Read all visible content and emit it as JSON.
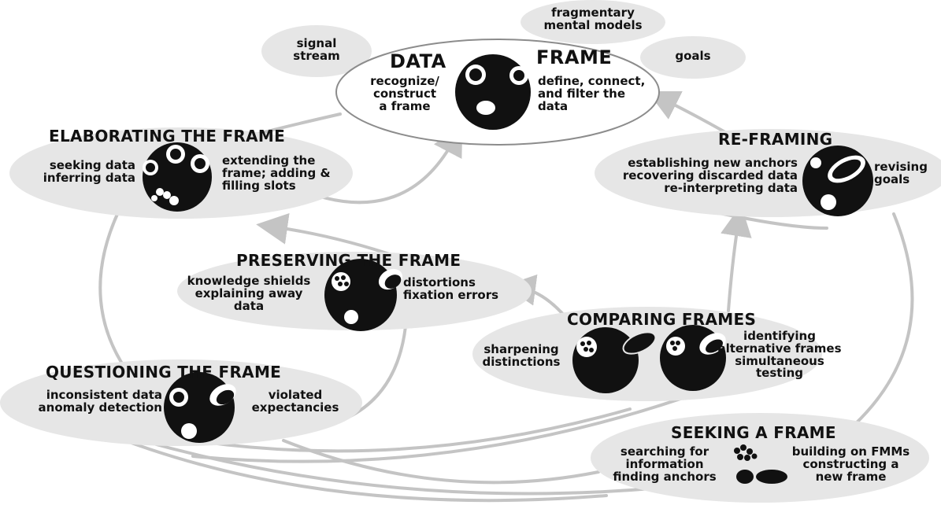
{
  "diagram": {
    "input_bubbles": {
      "signal": [
        "signal",
        "stream"
      ],
      "fmm": [
        "fragmentary",
        "mental models"
      ],
      "goals": "goals"
    },
    "center": {
      "data_title": "DATA",
      "frame_title": "FRAME",
      "left_text": [
        "recognize/",
        "construct",
        "a frame"
      ],
      "right_text": [
        "define, connect,",
        "and filter the",
        "data"
      ]
    },
    "elaborating": {
      "title": "ELABORATING THE FRAME",
      "left_text": [
        "seeking data",
        "inferring data"
      ],
      "right_text": [
        "extending the",
        "frame; adding &",
        "filling slots"
      ]
    },
    "reframing": {
      "title": "RE-FRAMING",
      "left_text": [
        "establishing new anchors",
        "recovering discarded data",
        "re-interpreting data"
      ],
      "right_text": [
        "revising",
        "goals"
      ]
    },
    "preserving": {
      "title": "PRESERVING THE FRAME",
      "left_text": [
        "knowledge shields",
        "explaining away",
        "data"
      ],
      "right_text": [
        "distortions",
        "fixation errors"
      ]
    },
    "comparing": {
      "title": "COMPARING FRAMES",
      "left_text": [
        "sharpening",
        "distinctions"
      ],
      "right_text": [
        "identifying",
        "alternative frames",
        "simultaneous",
        "testing"
      ]
    },
    "questioning": {
      "title": "QUESTIONING THE FRAME",
      "left_text": [
        "inconsistent data",
        "anomaly detection"
      ],
      "right_text": [
        "violated",
        "expectancies"
      ]
    },
    "seeking": {
      "title": "SEEKING A FRAME",
      "left_text": [
        "searching for",
        "information",
        "finding anchors"
      ],
      "right_text": [
        "building on FMMs",
        "constructing a",
        "new frame"
      ]
    }
  },
  "colors": {
    "ellipse_fill": "#e6e6e6",
    "ellipse_stroke": "#9a9a9a",
    "center_fill": "#ffffff",
    "arrow": "#c4c4c4",
    "ink": "#111111"
  }
}
